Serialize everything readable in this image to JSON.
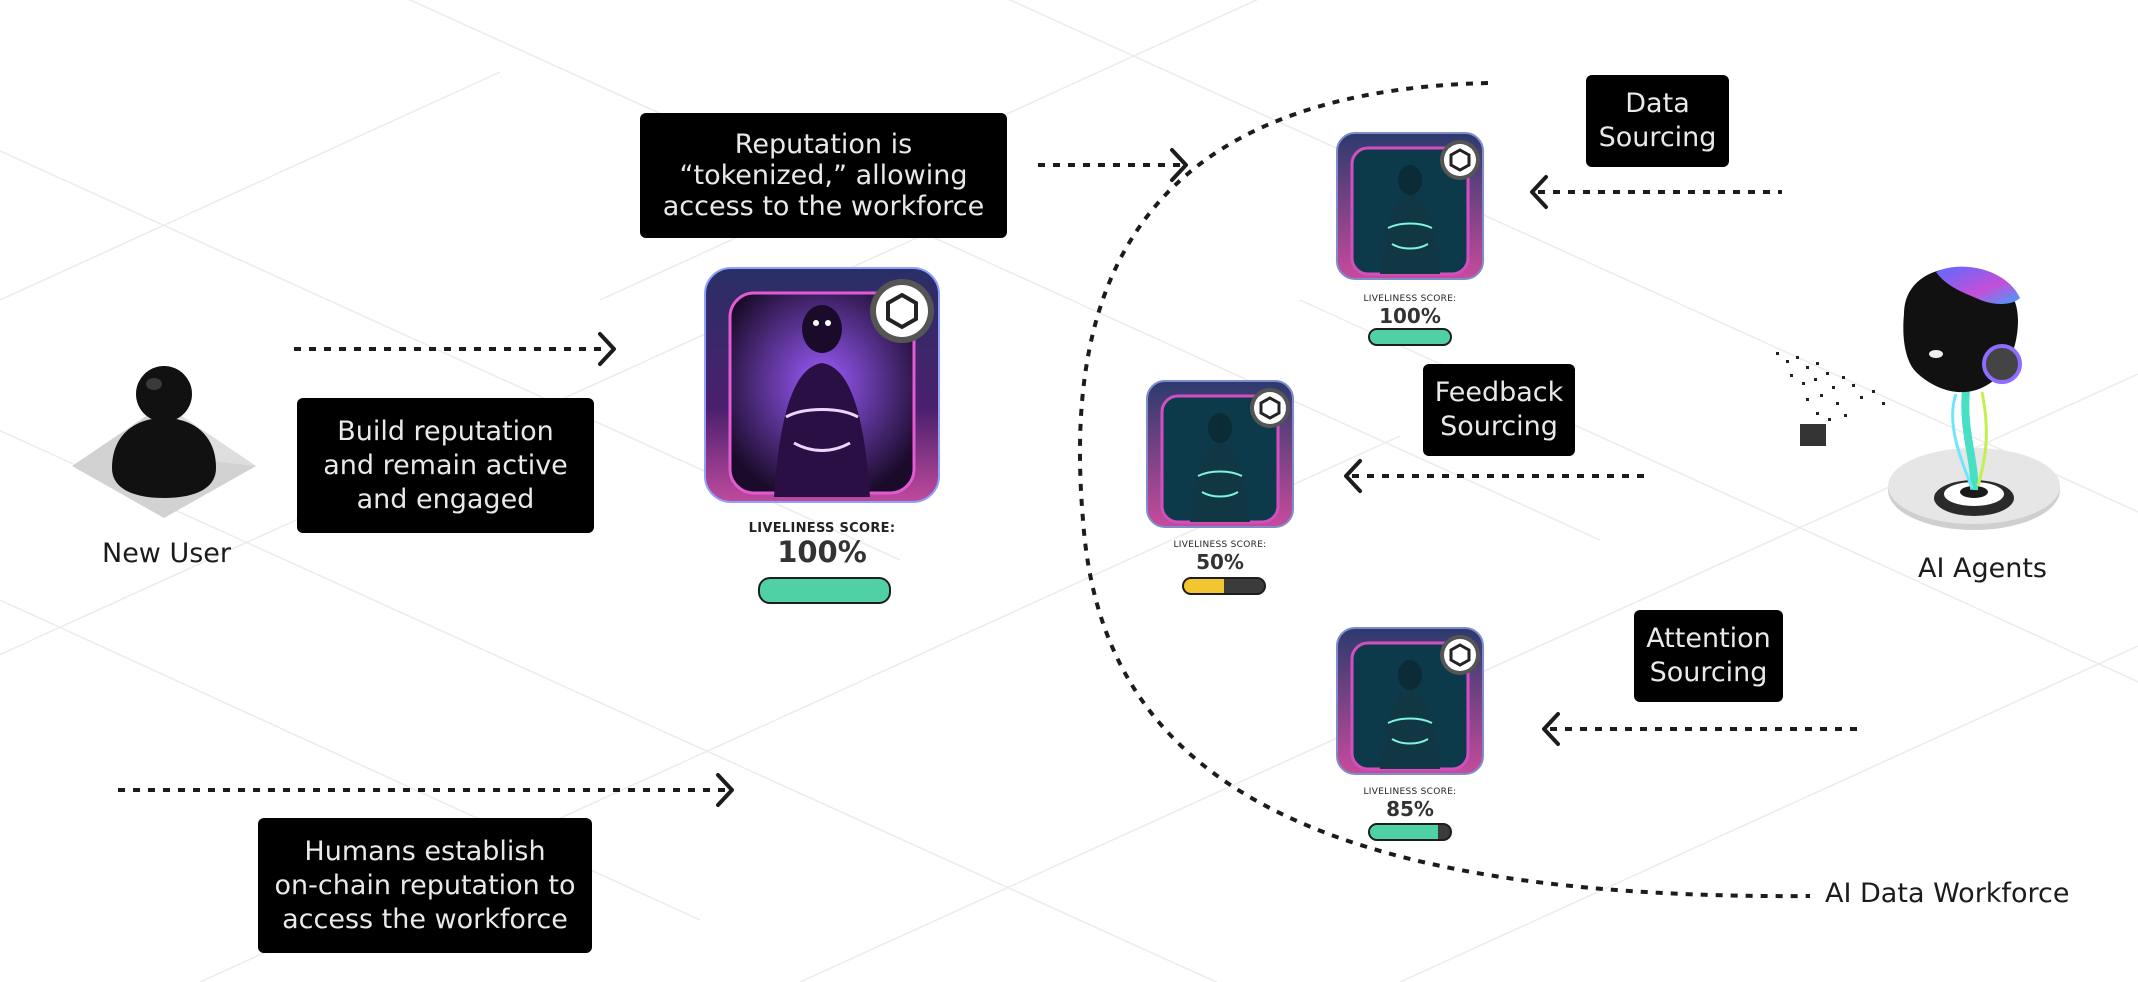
{
  "boxes": {
    "build": "Build reputation\nand remain active\nand engaged",
    "tokenized": "Reputation is\n“tokenized,” allowing\naccess to the workforce",
    "humans": "Humans establish\non-chain reputation to\naccess the workforce",
    "data": "Data\nSourcing",
    "feedback": "Feedback\nSourcing",
    "attention": "Attention\nSourcing"
  },
  "labels": {
    "new_user": "New User",
    "ai_agents": "AI Agents",
    "ai_data_workforce": "AI Data Workforce"
  },
  "cards": {
    "main": {
      "label": "LIVELINESS SCORE:",
      "score_text": "100%",
      "score": 1.0,
      "color": "#4fd1a5"
    },
    "data": {
      "label": "LIVELINESS SCORE:",
      "score_text": "100%",
      "score": 1.0,
      "color": "#4fd1a5"
    },
    "feedback": {
      "label": "LIVELINESS SCORE:",
      "score_text": "50%",
      "score": 0.5,
      "color": "#f2c630"
    },
    "attention": {
      "label": "LIVELINESS SCORE:",
      "score_text": "85%",
      "score": 0.85,
      "color": "#4fd1a5"
    }
  },
  "colors": {
    "box_bg": "#000000",
    "box_text": "#e9e9e9",
    "arrow": "#1c1c1c"
  }
}
